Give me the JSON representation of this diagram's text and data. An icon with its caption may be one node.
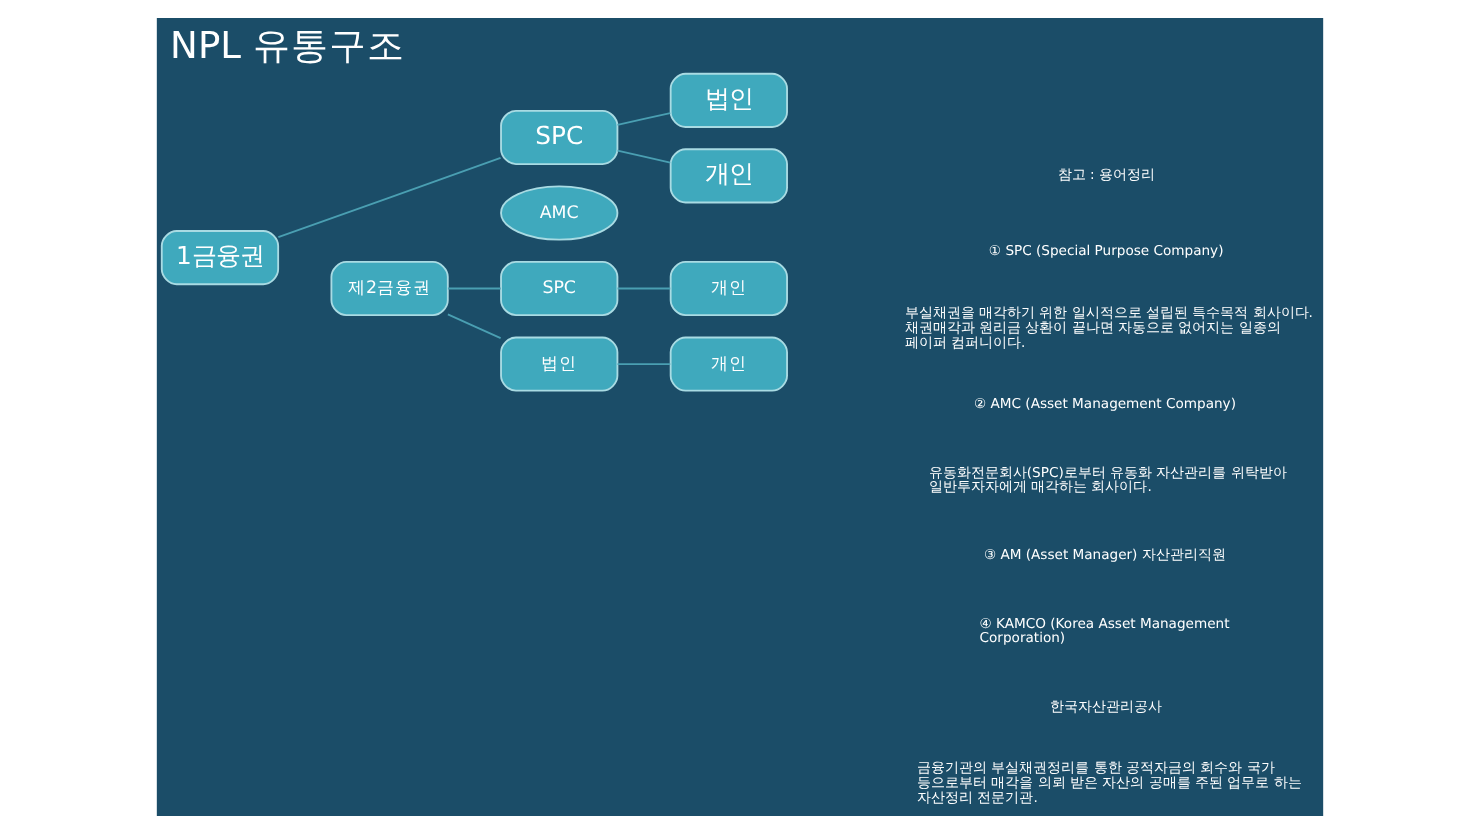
{
  "diagram": {
    "title": "NPL 유통구조",
    "nodes": [
      {
        "text": [
          "1금융권"
        ]
      },
      {
        "text": [
          "SPC"
        ]
      },
      {
        "text": [
          "법인"
        ]
      },
      {
        "text": [
          "개인"
        ]
      },
      {
        "text": [
          "AMC"
        ]
      },
      {
        "text": [
          "제2금융권"
        ]
      },
      {
        "text": [
          "SPC"
        ]
      },
      {
        "text": [
          "개인"
        ]
      },
      {
        "text": [
          "법인"
        ]
      },
      {
        "text": [
          "개인"
        ]
      }
    ],
    "edges": [
      {
        "from": 0,
        "to": 1,
        "arrow": "none"
      },
      {
        "from": 1,
        "to": 2,
        "arrow": "none"
      },
      {
        "from": 1,
        "to": 3,
        "arrow": "none"
      },
      {
        "from": 5,
        "to": 6,
        "arrow": "none"
      },
      {
        "from": 5,
        "to": 8,
        "arrow": "none"
      },
      {
        "from": 6,
        "to": 7,
        "arrow": "none"
      },
      {
        "from": 8,
        "to": 9,
        "arrow": "none"
      }
    ],
    "labels": [
      "참고 : 용어정리",
      "① SPC (Special Purpose Company)",
      "부실채권을 매각하기 위한 일시적으로 설립된 특수목적 회사이다. 채권매각과 원리금 상환이 끝나면 자동으로 없어지는 일종의 페이퍼 컴퍼니이다.",
      "② AMC (Asset Management Company)",
      "유동화전문회사(SPC)로부터 유동화 자산관리를 위탁받아 일반투자자에게 매각하는 회사이다.",
      "③ AM (Asset Manager) 자산관리직원",
      "④ KAMCO (Korea Asset Management Corporation)",
      "한국자산관리공사",
      "금융기관의 부실채권정리를 통한 공적자금의 회수와 국가 등으로부터 매각을 의뢰 받은 자산의 공매를 주된 업무로 하는 자산정리 전문기관."
    ]
  }
}
